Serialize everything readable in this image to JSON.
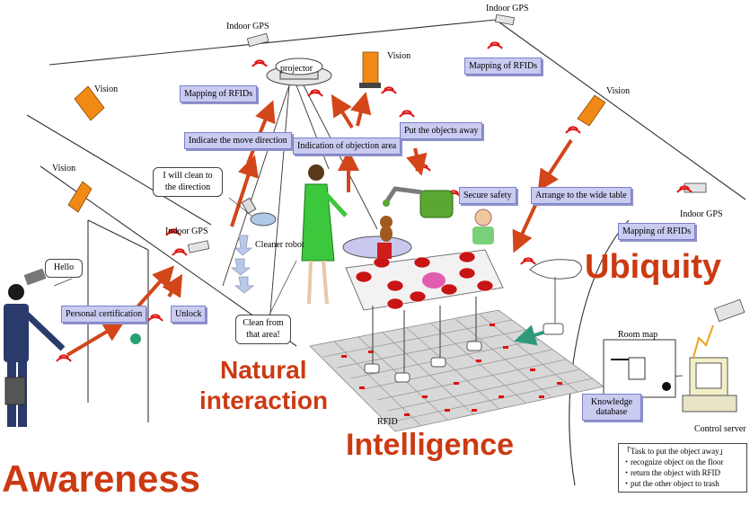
{
  "labels": {
    "indoor_gps_1": "Indoor GPS",
    "indoor_gps_2": "Indoor GPS",
    "indoor_gps_3": "Indoor GPS",
    "indoor_gps_4": "Indoor GPS",
    "vision_1": "Vision",
    "vision_2": "Vision",
    "vision_3": "Vision",
    "vision_4": "Vision",
    "projector": "projector",
    "cleaner_robot": "Cleaner robot",
    "rfid": "RFID",
    "room_map": "Room map",
    "control_server": "Control server"
  },
  "boxes": {
    "mapping_rfids_1": "Mapping of RFIDs",
    "mapping_rfids_2": "Mapping of RFIDs",
    "mapping_rfids_3": "Mapping of RFIDs",
    "indicate_move": "Indicate the move direction",
    "indication_area": "Indication of objection area",
    "put_away": "Put the objects away",
    "secure_safety": "Secure safety",
    "arrange_table": "Arrange to the wide table",
    "personal_cert": "Personal certification",
    "unlock": "Unlock",
    "knowledge_1": "Knowledge",
    "knowledge_2": "database"
  },
  "bubbles": {
    "clean_dir_1": "I will clean to",
    "clean_dir_2": "the direction",
    "hello": "Hello",
    "clean_from_1": "Clean from",
    "clean_from_2": "that area!"
  },
  "concepts": {
    "ubiquity": "Ubiquity",
    "natural_1": "Natural",
    "natural_2": "interaction",
    "intelligence": "Intelligence",
    "awareness": "Awareness"
  },
  "task": {
    "title": "「Task to put the object away」",
    "line1": "・recognize object on the floor",
    "line2": "・return the object with RFID",
    "line3": "・put the other object to trash"
  },
  "colors": {
    "arrow": "#d2461a",
    "box_fill": "#c9cbf0",
    "concept_text": "#cc3a12",
    "vision_camera": "#f08a14",
    "robot_arm": "#5aa832",
    "person_green": "#3cc83c"
  }
}
